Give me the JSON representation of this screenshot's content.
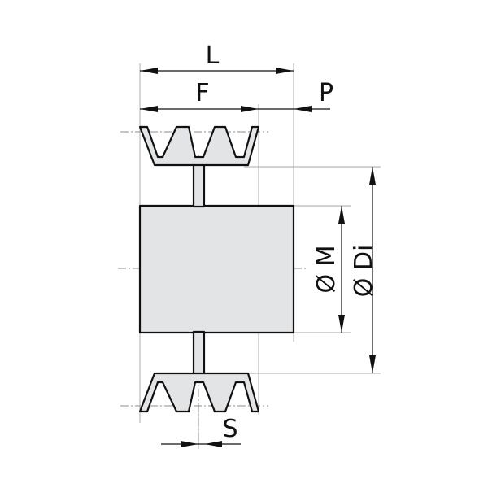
{
  "labels": {
    "L": "L",
    "F": "F",
    "P": "P",
    "M": "Ø M",
    "Di": "Ø Di",
    "S": "S"
  },
  "colors": {
    "part_fill": "#e3e4e6",
    "outline": "#111111",
    "line": "#8a8a8a"
  }
}
